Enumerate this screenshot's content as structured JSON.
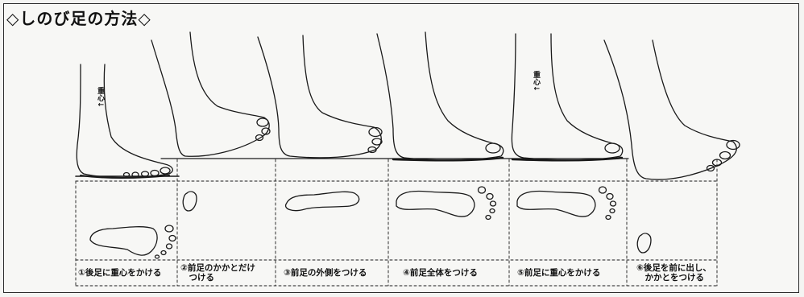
{
  "title": "◇しのび足の方法◇",
  "pressure_label": "重心↓",
  "steps": [
    {
      "caption": "①後足に重心をかける"
    },
    {
      "caption": "②前足のかかとだけ\n　つける"
    },
    {
      "caption": "③前足の外側をつける"
    },
    {
      "caption": "④前足全体をつける"
    },
    {
      "caption": "⑤前足に重心をかける"
    },
    {
      "caption": "⑥後足を前に出し、\n　かかとをつける"
    }
  ]
}
